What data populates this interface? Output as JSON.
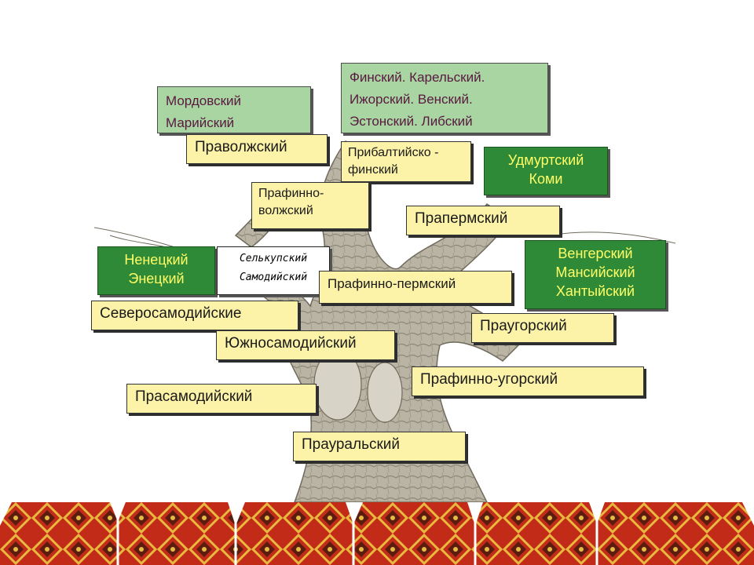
{
  "colors": {
    "label_fill": "#fcf3a8",
    "light_green": "#a8d5a2",
    "dark_green": "#2f8a38",
    "dark_green_text": "#ffff66",
    "light_green_text": "#5a1840",
    "tree_trunk": "#b9b4a3",
    "ornament_red": "#c22b18",
    "ornament_yellow": "#e8b940"
  },
  "diagram": {
    "tree_icon": "tree-illustration",
    "ornament_icon": "ornamental-border",
    "nodes": {
      "praural": "Прауральский",
      "prasamod": "Прасамодийский",
      "prafinugor": "Прафинно-угорский",
      "yuzhnosamod": "Южносамодийский",
      "severosamod": "Северосамодийские",
      "praugor": "Праугорский",
      "prafinperm": "Прафинно-пермский",
      "praperm": "Прапермский",
      "prafinvolzh": "Прафинно-волжский",
      "pribalt": "Прибалтийско - финский",
      "pravolzh": "Праволжский"
    },
    "mordov": {
      "line1": "Мордовский",
      "line2": "Марийский"
    },
    "finnic": {
      "line1": "Финский. Карельский.",
      "line2": "Ижорский. Венский.",
      "line3": "Эстонский. Либский"
    },
    "udmurt": {
      "line1": "Удмуртский",
      "line2": "Коми"
    },
    "nenets": {
      "line1": "Ненецкий",
      "line2": "Энецкий"
    },
    "selkup": {
      "line1": "Селькупский",
      "line2": "Самодийский"
    },
    "ugric": {
      "line1": "Венгерский",
      "line2": "Мансийский",
      "line3": "Хантыйский"
    }
  }
}
